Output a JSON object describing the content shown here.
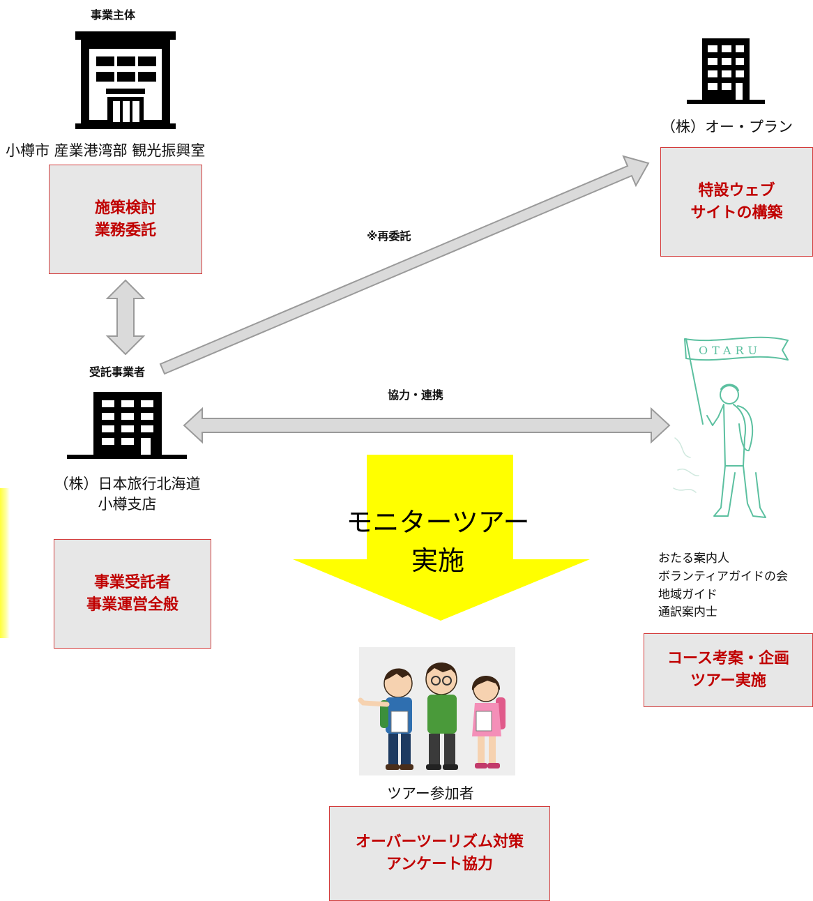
{
  "org_main": {
    "heading": "事業主体",
    "name": "小樽市 産業港湾部 観光振興室",
    "box_line1": "施策検討",
    "box_line2": "業務委託"
  },
  "contractor": {
    "heading": "受託事業者",
    "name_line1": "（株）日本旅行北海道",
    "name_line2": "小樽支店",
    "box_line1": "事業受託者",
    "box_line2": "事業運営全般"
  },
  "subcontractor": {
    "name": "（株）オー・プラン",
    "box_line1": "特設ウェブ",
    "box_line2": "サイトの構築"
  },
  "guides": {
    "flag_text": "OTARU",
    "line1": "おたる案内人",
    "line2": "ボランティアガイドの会",
    "line3": "地域ガイド",
    "line4": "通訳案内士",
    "box_line1": "コース考案・企画",
    "box_line2": "ツアー実施"
  },
  "participants": {
    "name": "ツアー参加者",
    "box_line1": "オーバーツーリズム対策",
    "box_line2": "アンケート協力"
  },
  "arrows": {
    "resubcontract_label": "※再委託",
    "cooperation_label": "協力・連携",
    "monitor_line1": "モニターツアー",
    "monitor_line2": "実施"
  },
  "colors": {
    "box_border": "#d33b3b",
    "box_text": "#c00000",
    "box_fill": "#e7e7e7",
    "arrow_fill": "#dadada",
    "big_arrow": "#ffff00",
    "guide_figure": "#5cc0a0"
  }
}
